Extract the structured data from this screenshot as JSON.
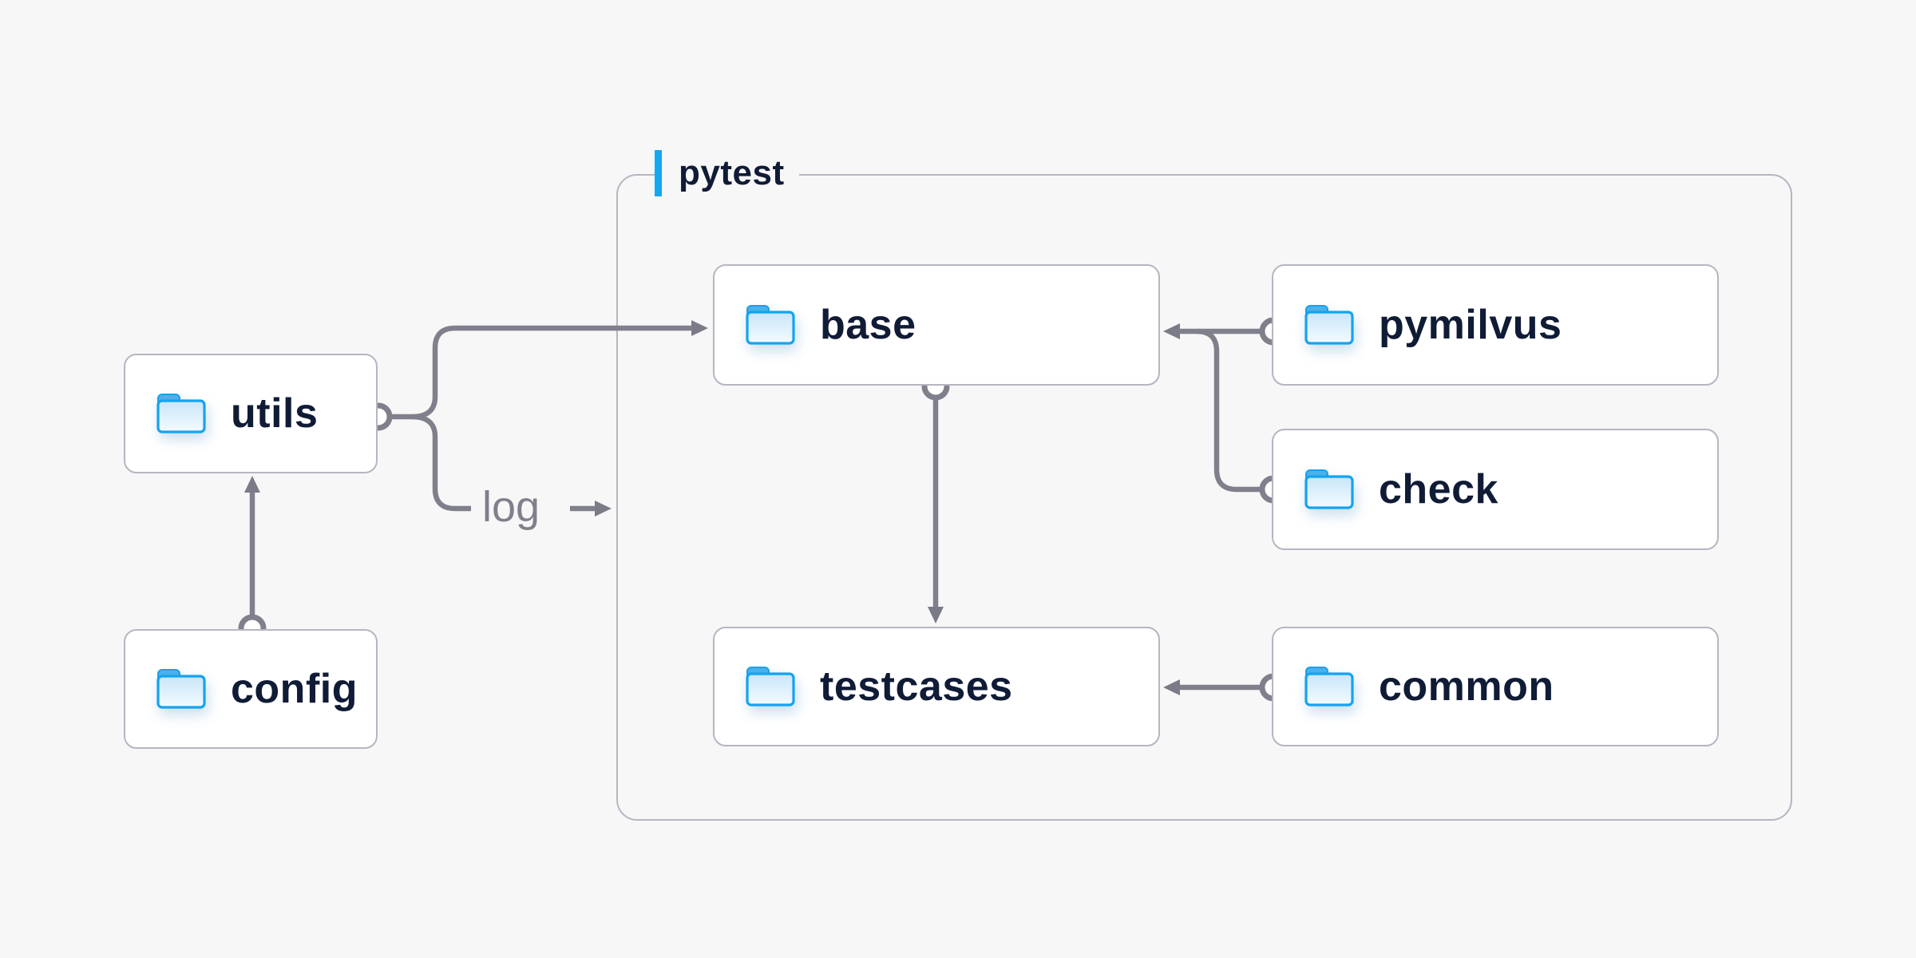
{
  "palette": {
    "background": "#f7f7f8",
    "node_background": "#ffffff",
    "node_border": "#b6b6c2",
    "node_text": "#101b36",
    "edge_gray": "#80808c",
    "accent_blue": "#13a8f2",
    "folder_stroke_blue": "#14a3f1",
    "folder_tab_blue": "#4db0e9",
    "folder_fill_light": "#cbe7fa"
  },
  "container": {
    "label": "pytest"
  },
  "nodes": {
    "utils": {
      "label": "utils",
      "icon": "folder-icon"
    },
    "config": {
      "label": "config",
      "icon": "folder-icon"
    },
    "base": {
      "label": "base",
      "icon": "folder-icon"
    },
    "pymilvus": {
      "label": "pymilvus",
      "icon": "folder-icon"
    },
    "check": {
      "label": "check",
      "icon": "folder-icon"
    },
    "testcases": {
      "label": "testcases",
      "icon": "folder-icon"
    },
    "common": {
      "label": "common",
      "icon": "folder-icon"
    }
  },
  "edges": {
    "log_label": "log",
    "list": [
      {
        "from": "config",
        "to": "utils",
        "type": "arrow"
      },
      {
        "from": "utils",
        "to": "base",
        "type": "arrow"
      },
      {
        "from": "utils",
        "to": "log",
        "type": "labeled-arrow",
        "label": "log"
      },
      {
        "from": "pymilvus",
        "to": "base",
        "type": "arrow"
      },
      {
        "from": "check",
        "to": "base",
        "type": "merge-into-pymilvus-edge"
      },
      {
        "from": "base",
        "to": "testcases",
        "type": "arrow"
      },
      {
        "from": "common",
        "to": "testcases",
        "type": "arrow"
      }
    ]
  }
}
